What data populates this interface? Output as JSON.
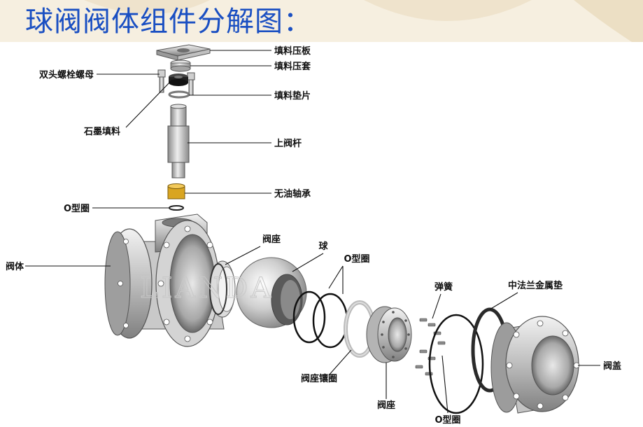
{
  "title": "球阀阀体组件分解图：",
  "watermark": "LIANDA",
  "labels": {
    "gland_plate": "填料压板",
    "gland_sleeve": "填料压套",
    "stud_bolt_nut": "双头螺栓螺母",
    "packing_gasket": "填料垫片",
    "graphite_packing": "石墨填料",
    "upper_stem": "上阀杆",
    "oilless_bearing": "无油轴承",
    "o_ring_stem": "O型圈",
    "valve_body": "阀体",
    "seat_left": "阀座",
    "ball": "球",
    "o_ring_seat": "O型圈",
    "spring": "弹簧",
    "mid_flange_gasket": "中法兰金属垫",
    "seat_insert": "阀座镶圈",
    "seat_right": "阀座",
    "bonnet": "阀盖",
    "o_ring_bottom": "O型圈"
  },
  "colors": {
    "title": "#1a4fc2",
    "metal_light": "#e6e6e6",
    "metal_mid": "#b8b8b8",
    "metal_dark": "#7a7a7a",
    "bearing": "#d9a521",
    "packing": "#2b2b2b",
    "ring_black": "#111111"
  }
}
